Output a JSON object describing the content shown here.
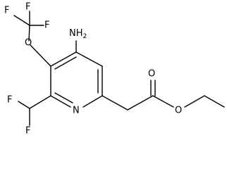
{
  "molecule": {
    "atoms": {
      "f_top_left": "F",
      "f_top_mid": "F",
      "f_top_right": "F",
      "o_ether": "O",
      "nh2": "NH2",
      "n_ring": "N",
      "f_left": "F",
      "f_bottom": "F",
      "o_carbonyl": "O",
      "o_ester": "O"
    }
  }
}
